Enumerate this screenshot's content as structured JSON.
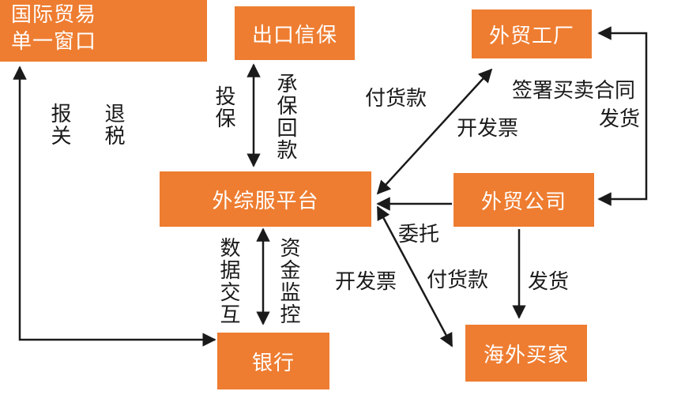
{
  "nodes": {
    "single_window_line1": "国际贸易",
    "single_window_line2": "单一窗口",
    "export_insurance": "出口信保",
    "foreign_trade_factory": "外贸工厂",
    "service_platform": "外综服平台",
    "foreign_trade_company": "外贸公司",
    "bank": "银行",
    "overseas_buyer": "海外买家"
  },
  "edges": {
    "tax_refund": "退税",
    "customs_declaration": "报关",
    "insure": "投保",
    "underwrite_collection": "承保回款",
    "pay_goods": "付货款",
    "issue_invoice": "开发票",
    "sign_contract": "签署买卖合同",
    "ship_goods_right": "发货",
    "entrust": "委托",
    "data_exchange": "数据交互",
    "fund_supervision": "资金监控",
    "issue_invoice_2": "开发票",
    "pay_goods_2": "付货款",
    "ship_goods_down": "发货"
  }
}
